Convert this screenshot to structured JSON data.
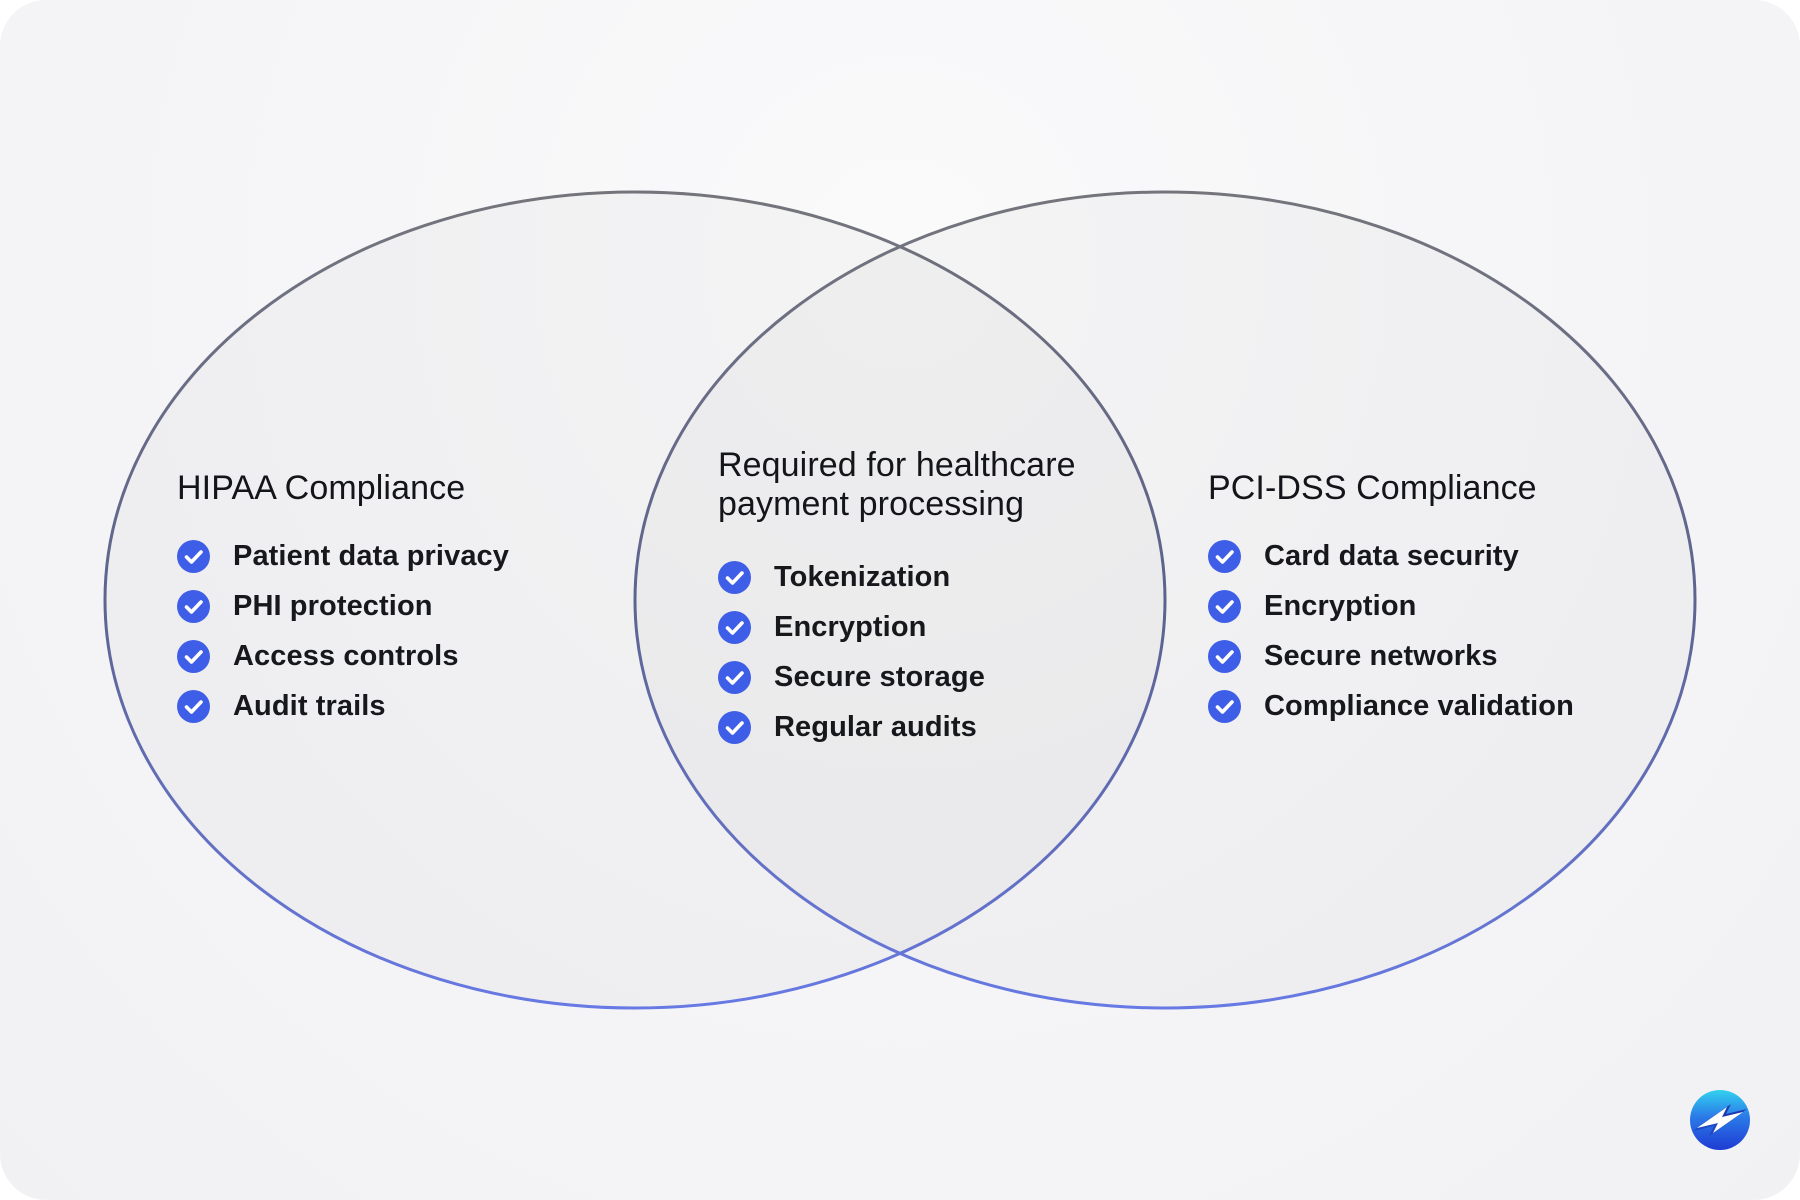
{
  "venn": {
    "left": {
      "title": "HIPAA Compliance",
      "items": [
        "Patient data privacy",
        "PHI protection",
        "Access controls",
        "Audit trails"
      ]
    },
    "intersection": {
      "title": "Required for healthcare payment processing",
      "items": [
        "Tokenization",
        "Encryption",
        "Secure storage",
        "Regular audits"
      ]
    },
    "right": {
      "title": "PCI-DSS Compliance",
      "items": [
        "Card data security",
        "Encryption",
        "Secure networks",
        "Compliance validation"
      ]
    }
  },
  "icons": {
    "bullet": "check-icon",
    "logo": "lightning-bolt-logo"
  },
  "colors": {
    "bullet_blue": "#3F5EE7",
    "text": "#17181B",
    "circle_stroke_top": "#74757B",
    "circle_stroke_middle": "#5D6490",
    "circle_stroke_bottom": "#6779E4",
    "circle_fill": "rgba(31,33,48,0.028)",
    "background": "#F5F5F7",
    "logo_gradient_top": "#32D2EF",
    "logo_gradient_bottom": "#1E3BD3"
  }
}
